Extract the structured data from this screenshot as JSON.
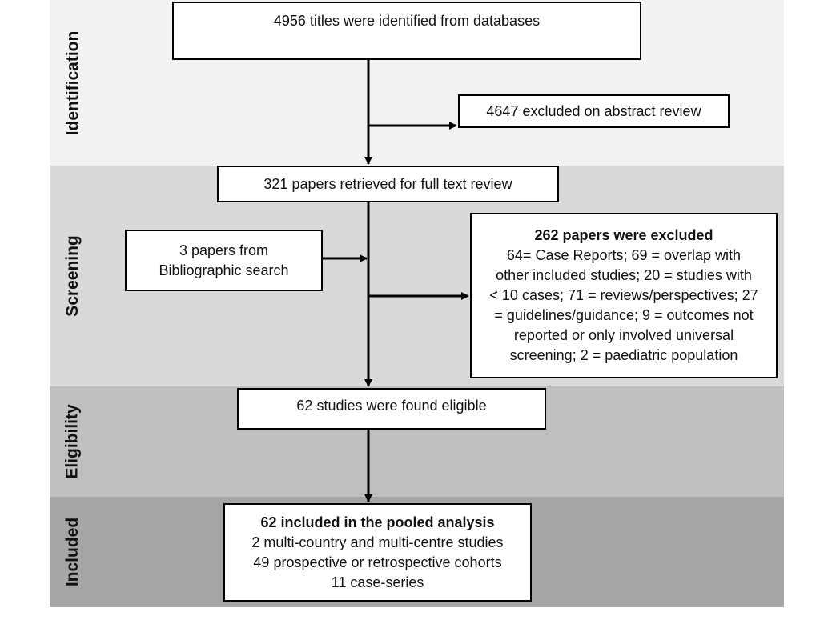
{
  "colors": {
    "identification_band": "#f2f2f2",
    "screening_band": "#d9d9d9",
    "eligibility_band": "#bfbfbf",
    "included_band": "#a6a6a6",
    "box_border": "#000000",
    "box_fill": "#ffffff"
  },
  "stages": {
    "identification": "Identification",
    "screening": "Screening",
    "eligibility": "Eligibility",
    "included": "Included"
  },
  "boxes": {
    "identified": {
      "text": "4956 titles were identified from databases"
    },
    "abstract_excluded": {
      "text": "4647 excluded on abstract review"
    },
    "fulltext": {
      "text": "321 papers retrieved for full text review"
    },
    "biblio": {
      "lines": [
        "3 papers from",
        "Bibliographic search"
      ]
    },
    "excluded": {
      "title": "262 papers were excluded",
      "lines": [
        "64= Case Reports; 69 = overlap with",
        "other included studies; 20 = studies with",
        "< 10 cases; 71 = reviews/perspectives; 27",
        "= guidelines/guidance; 9 = outcomes not",
        "reported or only involved universal",
        "screening; 2 = paediatric population"
      ]
    },
    "eligible": {
      "text": "62 studies were found eligible"
    },
    "included": {
      "title": "62 included in the pooled analysis",
      "lines": [
        "2 multi-country and multi-centre studies",
        "49 prospective or retrospective cohorts",
        "11 case-series"
      ]
    }
  }
}
